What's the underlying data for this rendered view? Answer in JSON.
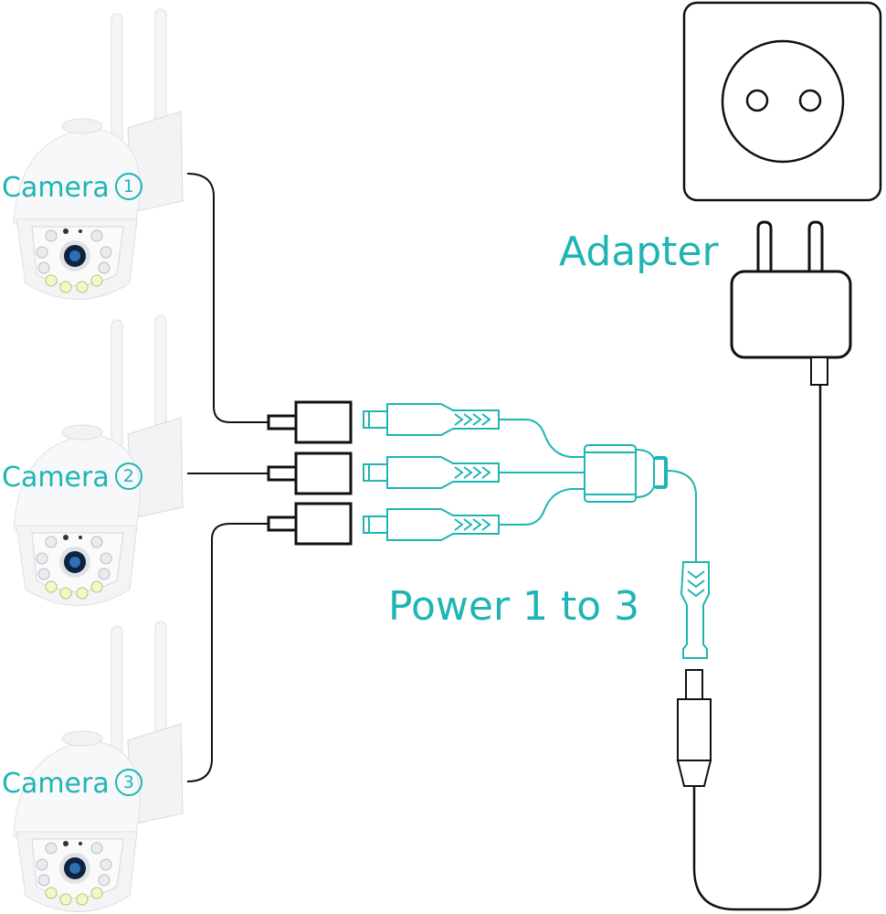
{
  "diagram": {
    "title": "Power 1 to 3 splitter connection",
    "accent_color": "#1fb5b5",
    "line_color": "#111111",
    "cameras": [
      {
        "label": "Camera",
        "number": "1"
      },
      {
        "label": "Camera",
        "number": "2"
      },
      {
        "label": "Camera",
        "number": "3"
      }
    ],
    "adapter_label": "Adapter",
    "splitter_label": "Power 1 to 3",
    "outlet_icon": "wall-socket-icon",
    "adapter_icon": "power-adapter-icon",
    "camera_icon": "ptz-camera-icon",
    "connectors": {
      "female_ends": 3,
      "male_ends": 3
    }
  }
}
